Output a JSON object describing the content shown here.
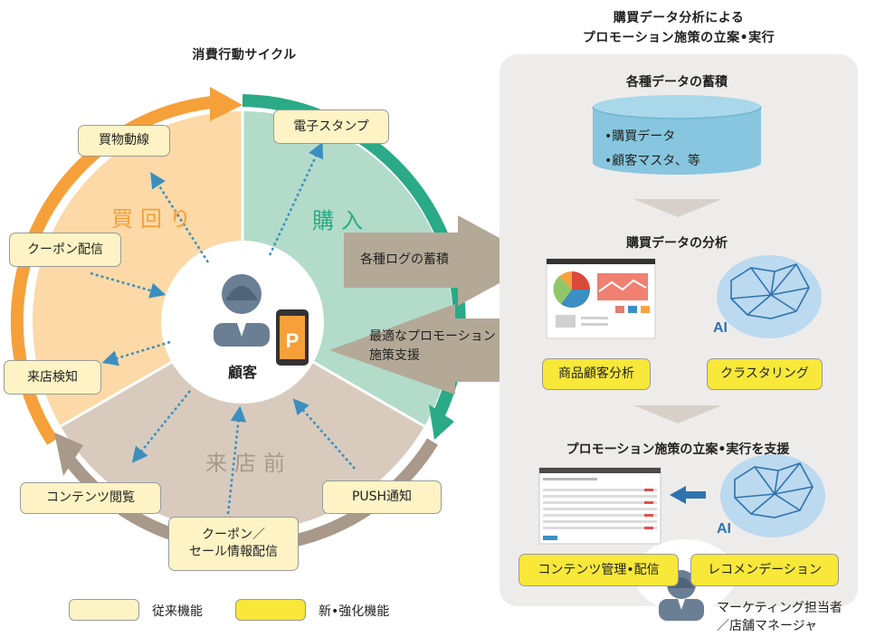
{
  "left_panel": {
    "title": "消費行動サイクル",
    "segments": {
      "shopping": "買回り",
      "purchase": "購入",
      "pre_visit": "来店前"
    },
    "center": {
      "label": "顧客"
    },
    "features": {
      "route": "買物動線",
      "coupon": "クーポン配信",
      "visit": "来店検知",
      "content_view": "コンテンツ閲覧",
      "coupon_sale_1": "クーポン／",
      "coupon_sale_2": "セール情報配信",
      "push": "PUSH通知",
      "stamp": "電子スタンプ"
    }
  },
  "flow_arrows": {
    "log": "各種ログの蓄積",
    "promo_1": "最適なプロモーション",
    "promo_2": "施策支援"
  },
  "right_panel": {
    "title_1": "購買データ分析による",
    "title_2": "プロモーション施策の立案•実行",
    "step1": {
      "title": "各種データの蓄積",
      "db_line1": "•購買データ",
      "db_line2": "•顧客マスタ、等"
    },
    "step2": {
      "title": "購買データの分析",
      "box_left": "商品顧客分析",
      "box_right": "クラスタリング",
      "ai": "AI"
    },
    "step3": {
      "title": "プロモーション施策の立案•実行を支援",
      "box_left": "コンテンツ管理•配信",
      "box_right": "レコメンデーション",
      "ai": "AI"
    },
    "person": {
      "line1": "マーケティング担当者",
      "line2": "／店舗マネージャ"
    }
  },
  "legend": {
    "existing": "従来機能",
    "new": "新•強化機能"
  },
  "colors": {
    "shopping_fill": "#fcd9a6",
    "shopping_ring": "#f6a03a",
    "purchase_fill": "#b2dbc9",
    "purchase_ring": "#2aaa86",
    "pre_visit_fill": "#d8cbbd",
    "pre_visit_ring": "#a8998a",
    "flow_arrow": "#b4a997",
    "panel_bg": "#eeeceb",
    "db": "#87c6de",
    "existing_box": "#fdf3c4",
    "new_box": "#f7e839",
    "dotted_arrow": "#3b8fbf"
  }
}
